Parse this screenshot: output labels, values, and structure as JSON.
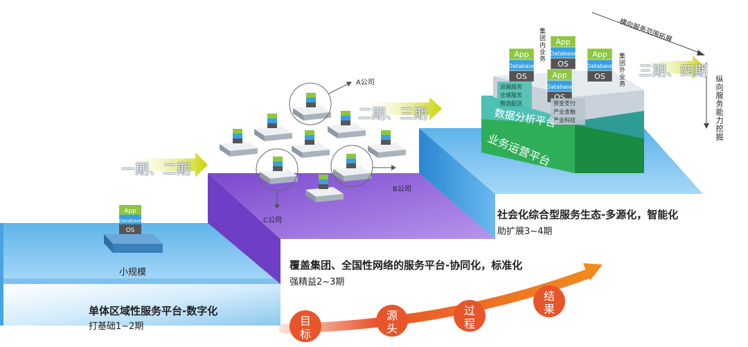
{
  "phases": {
    "p1": "一期、二期",
    "p2": "二期、三期",
    "p3": "三期、四期"
  },
  "stages": [
    {
      "title": "单体区域性服务平台-数字化",
      "subtitle": "打基础1~2期"
    },
    {
      "title": "覆盖集团、全国性网络的服务平台-协同化，标准化",
      "subtitle": "强精益2~3期"
    },
    {
      "title": "社会化综合型服务生态-多源化，智能化",
      "subtitle": "助扩展3~4期"
    }
  ],
  "small_scale": "小规模",
  "stack": {
    "app": "App",
    "db": "Database",
    "os": "OS"
  },
  "companies": {
    "a": "A公司",
    "b": "B公司",
    "c": "C公司"
  },
  "platforms": {
    "data": "数据分析平台",
    "ops": "业务运营平台"
  },
  "horizontal": "横向服务范围拓展",
  "vertical": "纵向服务能力挖掘",
  "group_internal": "集团内业务",
  "group_external": "集团外业务",
  "small_labels": [
    "运输服务",
    "仓储服务",
    "物流配送",
    "资金支付",
    "产业金融",
    "产业科技"
  ],
  "circles": [
    "目标",
    "源头",
    "过程",
    "结果"
  ],
  "colors": {
    "blue_top": "#9fd3f5",
    "blue_front": "#3e98dc",
    "purple_top": "#8a5ad6",
    "purple_front": "#b08ae6",
    "orange": "#e8552a",
    "green": "#2fae58",
    "teal": "#3fb6ad"
  }
}
